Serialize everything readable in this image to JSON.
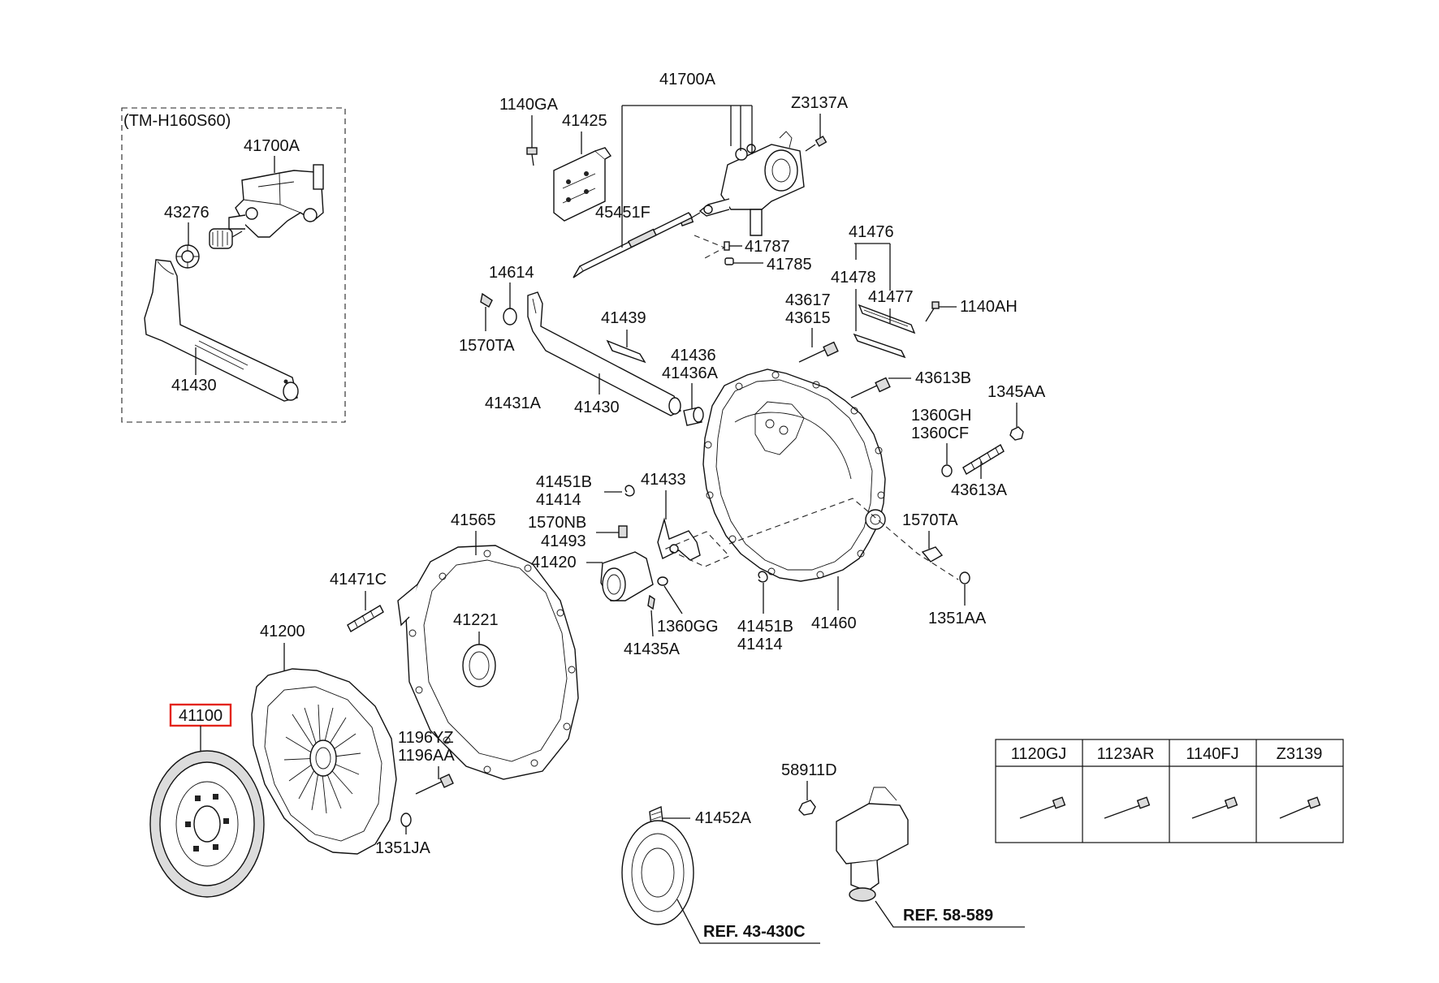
{
  "inset": {
    "title": "(TM-H160S60)",
    "labels": {
      "clutch_cylinder": "41700A",
      "boot": "43276",
      "fork": "41430"
    }
  },
  "labels": {
    "cylinder_assy": "41700A",
    "bolt_a": "1140GA",
    "bracket": "41425",
    "bolt_b": "Z3137A",
    "pushrod": "45451F",
    "pin_a": "41787",
    "pin_b": "41785",
    "nipple": "14614",
    "fitting_a": "1570TA",
    "cover_kit": "41476",
    "plate_a": "41478",
    "plate_b": "41477",
    "screw_a": "1140AH",
    "bolt_c1": "43617",
    "bolt_c2": "43615",
    "pad": "41439",
    "bush_a1": "41436",
    "bush_a2": "41436A",
    "bolt_d": "43613B",
    "nut_a": "1345AA",
    "washer_a1": "1360GH",
    "washer_a2": "1360CF",
    "stud_a": "43613A",
    "fork_shaft": "41431A",
    "fork": "41430",
    "spring_a1": "41451B",
    "spring_a2": "41414",
    "fork_b": "41433",
    "fitting_b1": "1570NB",
    "fitting_b2": "41493",
    "fitting_c": "1570TA",
    "bearing": "41420",
    "flywheel": "41565",
    "stud_b": "41471C",
    "pilot_bearing": "41221",
    "washer_b": "1360GG",
    "bolt_e": "41435A",
    "spring_b1": "41451B",
    "spring_b2": "41414",
    "housing": "41460",
    "washer_c": "1351AA",
    "cover_assy": "41200",
    "bolt_f1": "1196YZ",
    "bolt_f2": "1196AA",
    "washer_d": "1351JA",
    "disc": "41100",
    "nut_b": "58911D",
    "spring_c": "41452A"
  },
  "refs": {
    "gear": "REF. 43-430C",
    "sensor": "REF. 58-589"
  },
  "table": {
    "headers": [
      "1120GJ",
      "1123AR",
      "1140FJ",
      "Z3139"
    ]
  },
  "colors": {
    "highlight": "#e3241b",
    "ink": "#111111"
  }
}
